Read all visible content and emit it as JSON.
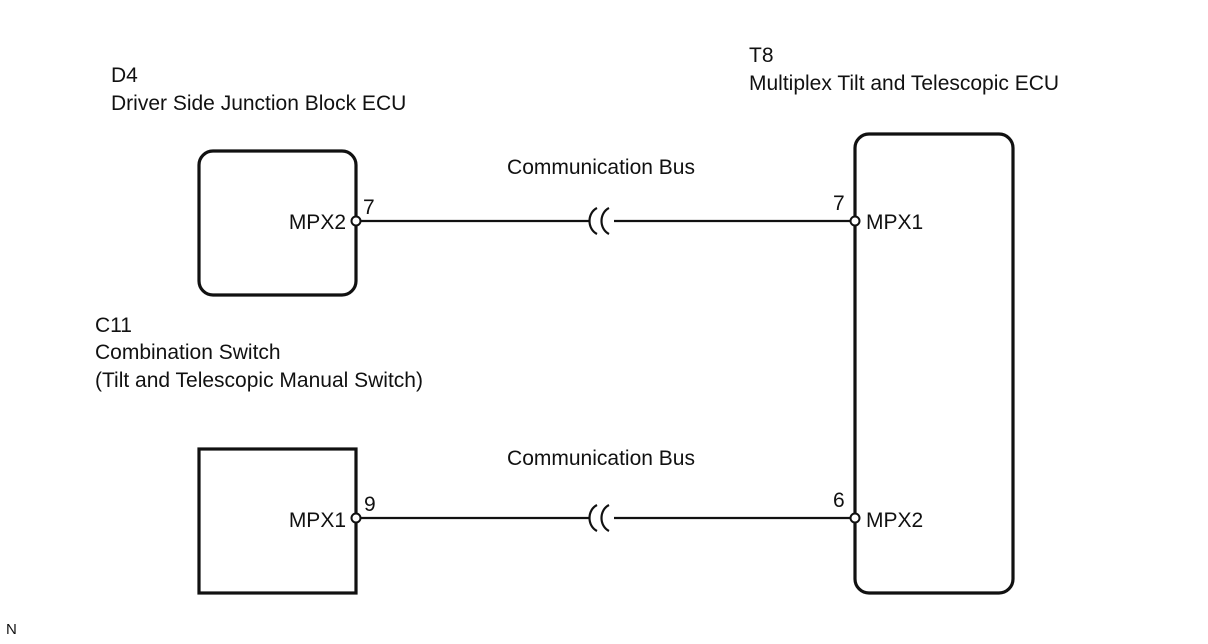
{
  "components": {
    "d4": {
      "code": "D4",
      "name": "Driver Side Junction Block ECU",
      "terminal": "MPX2",
      "pin": "7"
    },
    "c11": {
      "code": "C11",
      "name": "Combination Switch",
      "subname": "(Tilt and Telescopic Manual Switch)",
      "terminal": "MPX1",
      "pin": "9"
    },
    "t8": {
      "code": "T8",
      "name": "Multiplex Tilt and Telescopic ECU",
      "terminal_top": "MPX1",
      "pin_top": "7",
      "terminal_bottom": "MPX2",
      "pin_bottom": "6"
    }
  },
  "buses": {
    "top_label": "Communication Bus",
    "bottom_label": "Communication Bus"
  },
  "corner_mark": "N"
}
